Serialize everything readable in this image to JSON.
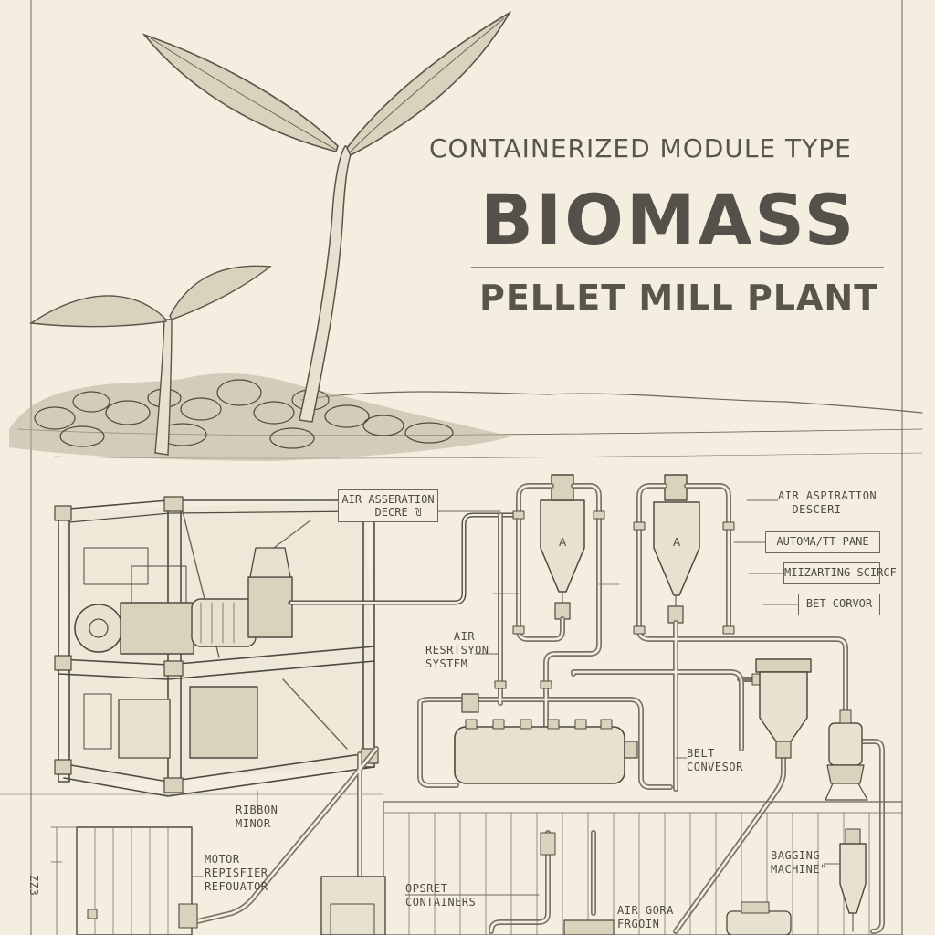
{
  "title": {
    "line1": "CONTAINERIZED MODULE TYPE",
    "line2": "BIOMASS",
    "line3": "PELLET MILL PLANT"
  },
  "labels": {
    "air_assertion": "AIR ASSERATION\n   DECRE ₪",
    "air_aspiration": "AIR ASPIRATION\n  DESCERI",
    "automatic_panel": "AUTOMA/TT PANE",
    "marting_screen": "MIIZARTING SCIRCF",
    "belt_conveyor_box": "BET CORVOR",
    "air_system": "    AIR\nRESRTSYON\nSYSTEM",
    "belt_conveyor": "BELT\nCONVESOR",
    "ribbon_minor": "RIBBON\nMINOR",
    "motor_refrigerator": "MOTOR\nREPISFIER\nREFOUATOR",
    "opsret_containers": "OPSRET\nCONTAINERS",
    "air_gora": "AIR GORA\nFRGOIN",
    "bagging_machine": "BAGGING\nMACHINE\"",
    "dimension": "ZZ3"
  },
  "colors": {
    "paper": "#f3eedf",
    "ink": "#6b655a",
    "ink_dark": "#4f4a40"
  }
}
